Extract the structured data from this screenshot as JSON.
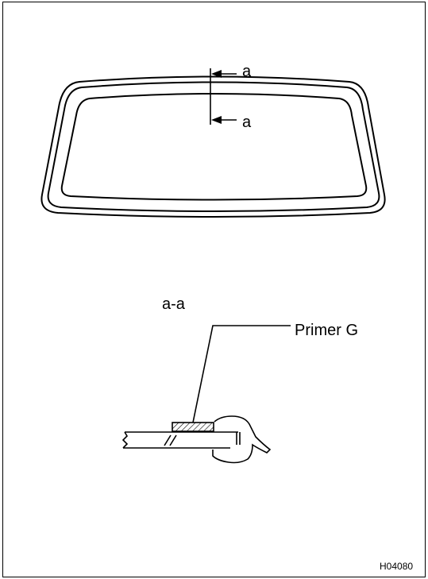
{
  "diagram": {
    "section_marker_top": "a",
    "section_marker_bottom": "a",
    "section_title": "a-a",
    "callout_label": "Primer G",
    "figure_code": "H04080"
  }
}
